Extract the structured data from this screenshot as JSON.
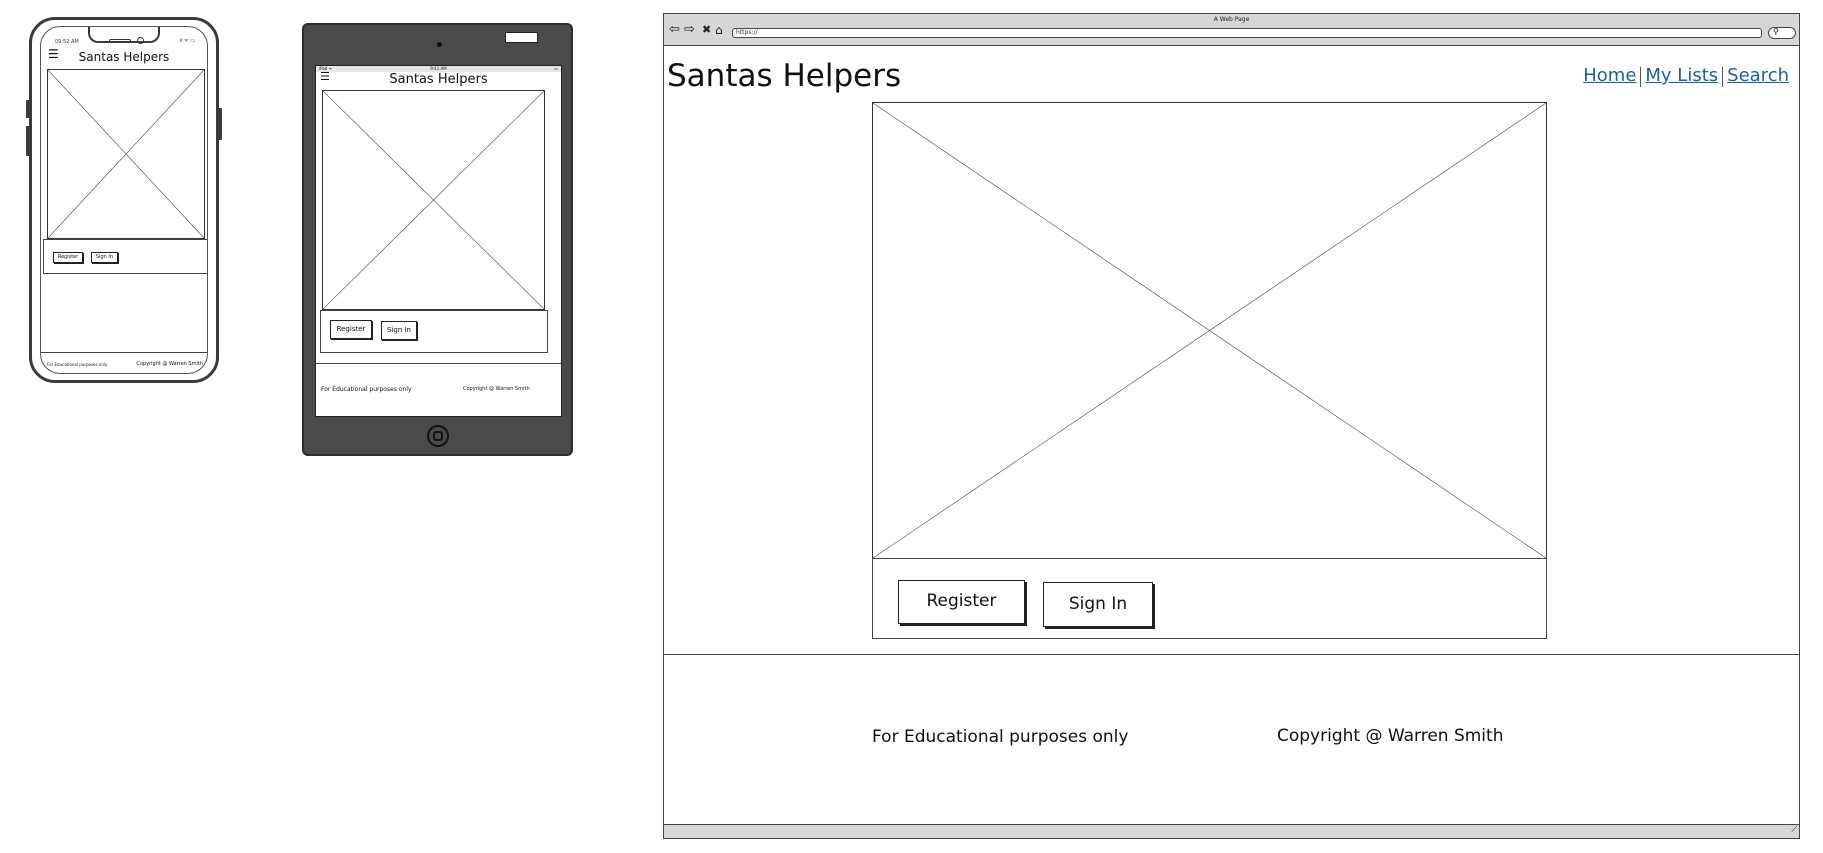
{
  "site_title": "Santas Helpers",
  "buttons": {
    "register": "Register",
    "sign_in": "Sign In"
  },
  "footer": {
    "edu": "For Educational purposes only",
    "copyright": "Copyright @ Warren Smith"
  },
  "phone": {
    "status_time": "09:52 AM",
    "status_icons": "ıl ᯤ ▭"
  },
  "tablet": {
    "status_left": "iPad ᯤ",
    "status_time": "9:41 AM",
    "status_right": "▭"
  },
  "browser": {
    "window_title": "A Web Page",
    "url": "https://",
    "nav": {
      "home": "Home",
      "my_lists": "My Lists",
      "search": "Search"
    }
  },
  "colors": {
    "link": "#1b5fa8",
    "device_frame": "#4a4a4a",
    "chrome": "#d6d6d6"
  },
  "icons": [
    "hamburger-menu-icon",
    "back-arrow-icon",
    "forward-arrow-icon",
    "close-icon",
    "home-icon",
    "search-icon",
    "resize-grip-icon",
    "home-button-icon",
    "camera-icon"
  ]
}
